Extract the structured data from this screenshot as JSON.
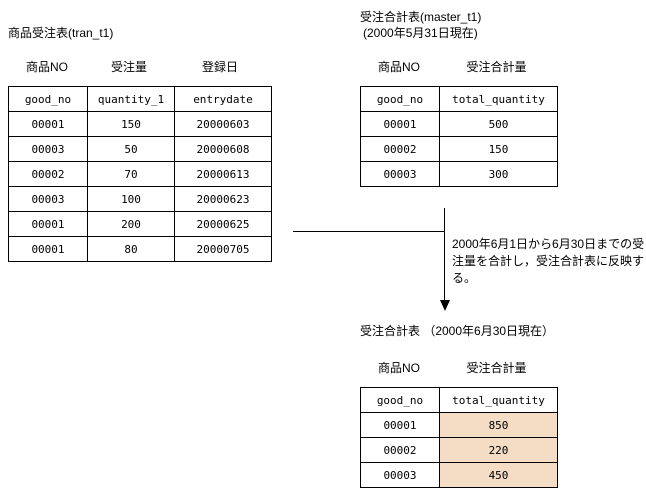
{
  "diagram": {
    "tran": {
      "caption": "商品受注表(tran_t1)",
      "column_labels": [
        "商品NO",
        "受注量",
        "登録日"
      ],
      "headers": [
        "good_no",
        "quantity_1",
        "entrydate"
      ],
      "rows": [
        [
          "00001",
          "150",
          "20000603"
        ],
        [
          "00003",
          "50",
          "20000608"
        ],
        [
          "00002",
          "70",
          "20000613"
        ],
        [
          "00003",
          "100",
          "20000623"
        ],
        [
          "00001",
          "200",
          "20000625"
        ],
        [
          "00001",
          "80",
          "20000705"
        ]
      ]
    },
    "master": {
      "caption_line1": "受注合計表(master_t1)",
      "caption_line2": "(2000年5月31日現在)",
      "column_labels": [
        "商品NO",
        "受注合計量"
      ],
      "headers": [
        "good_no",
        "total_quantity"
      ],
      "rows": [
        [
          "00001",
          "500"
        ],
        [
          "00002",
          "150"
        ],
        [
          "00003",
          "300"
        ]
      ]
    },
    "note": "2000年6月1日から6月30日までの受注量を合計し，受注合計表に反映する。",
    "result": {
      "caption": "受注合計表 （2000年6月30日現在）",
      "column_labels": [
        "商品NO",
        "受注合計量"
      ],
      "headers": [
        "good_no",
        "total_quantity"
      ],
      "rows": [
        [
          "00001",
          "850"
        ],
        [
          "00002",
          "220"
        ],
        [
          "00003",
          "450"
        ]
      ],
      "highlight_color": "#F5DCC4"
    }
  }
}
